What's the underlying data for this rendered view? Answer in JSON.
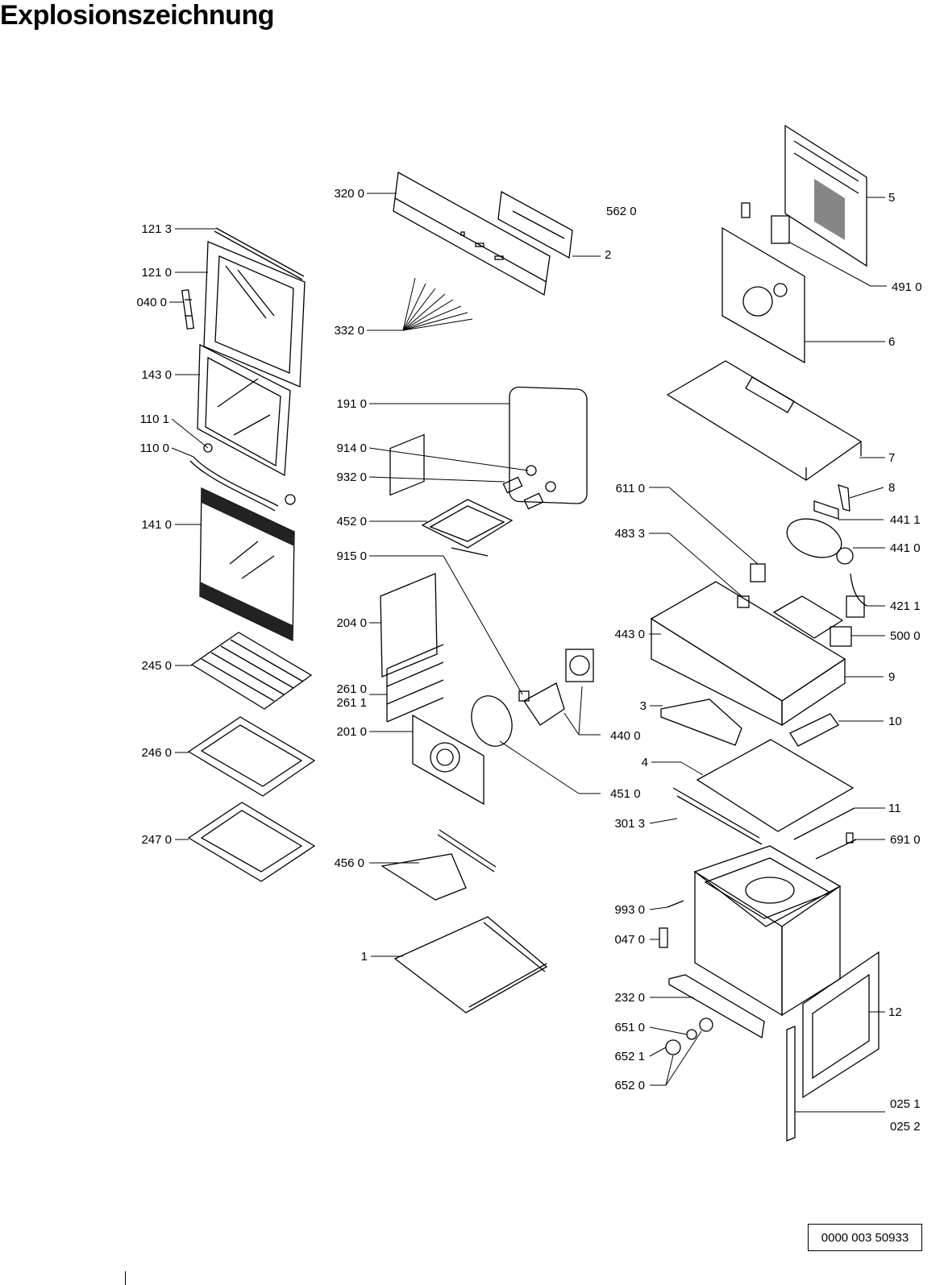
{
  "title": "Explosionszeichnung",
  "doc_number": "0000 003 50933",
  "labels": [
    {
      "id": "l3200",
      "text": "320 0"
    },
    {
      "id": "l5620",
      "text": "562 0"
    },
    {
      "id": "l2",
      "text": "2"
    },
    {
      "id": "l1213",
      "text": "121 3"
    },
    {
      "id": "l1210",
      "text": "121 0"
    },
    {
      "id": "l0400",
      "text": "040 0"
    },
    {
      "id": "l3320",
      "text": "332 0"
    },
    {
      "id": "l1430",
      "text": "143 0"
    },
    {
      "id": "l1910",
      "text": "191 0"
    },
    {
      "id": "l1101",
      "text": "110 1"
    },
    {
      "id": "l1100",
      "text": "110 0"
    },
    {
      "id": "l9140",
      "text": "914 0"
    },
    {
      "id": "l9320",
      "text": "932 0"
    },
    {
      "id": "l1410",
      "text": "141 0"
    },
    {
      "id": "l4520",
      "text": "452 0"
    },
    {
      "id": "l9150",
      "text": "915 0"
    },
    {
      "id": "l2040",
      "text": "204 0"
    },
    {
      "id": "l2450",
      "text": "245 0"
    },
    {
      "id": "l2610",
      "text": "261 0"
    },
    {
      "id": "l2611",
      "text": "261 1"
    },
    {
      "id": "l2010",
      "text": "201 0"
    },
    {
      "id": "l2460",
      "text": "246 0"
    },
    {
      "id": "l4510",
      "text": "451 0"
    },
    {
      "id": "l4400",
      "text": "440 0"
    },
    {
      "id": "l2470",
      "text": "247 0"
    },
    {
      "id": "l4560",
      "text": "456 0"
    },
    {
      "id": "l1",
      "text": "1"
    },
    {
      "id": "l5",
      "text": "5"
    },
    {
      "id": "l4910",
      "text": "491 0"
    },
    {
      "id": "l6",
      "text": "6"
    },
    {
      "id": "l7",
      "text": "7"
    },
    {
      "id": "l6110",
      "text": "611 0"
    },
    {
      "id": "l8",
      "text": "8"
    },
    {
      "id": "l4411",
      "text": "441 1"
    },
    {
      "id": "l4833",
      "text": "483 3"
    },
    {
      "id": "l4410",
      "text": "441 0"
    },
    {
      "id": "l4211",
      "text": "421 1"
    },
    {
      "id": "l4430",
      "text": "443 0"
    },
    {
      "id": "l5000",
      "text": "500 0"
    },
    {
      "id": "l9",
      "text": "9"
    },
    {
      "id": "l3",
      "text": "3"
    },
    {
      "id": "l10",
      "text": "10"
    },
    {
      "id": "l4",
      "text": "4"
    },
    {
      "id": "l11",
      "text": "11"
    },
    {
      "id": "l3013",
      "text": "301 3"
    },
    {
      "id": "l6910",
      "text": "691 0"
    },
    {
      "id": "l9930",
      "text": "993 0"
    },
    {
      "id": "l0470",
      "text": "047 0"
    },
    {
      "id": "l2320",
      "text": "232 0"
    },
    {
      "id": "l12",
      "text": "12"
    },
    {
      "id": "l6510",
      "text": "651 0"
    },
    {
      "id": "l6521",
      "text": "652 1"
    },
    {
      "id": "l6520",
      "text": "652 0"
    },
    {
      "id": "l0251",
      "text": "025 1"
    },
    {
      "id": "l0252",
      "text": "025 2"
    }
  ]
}
